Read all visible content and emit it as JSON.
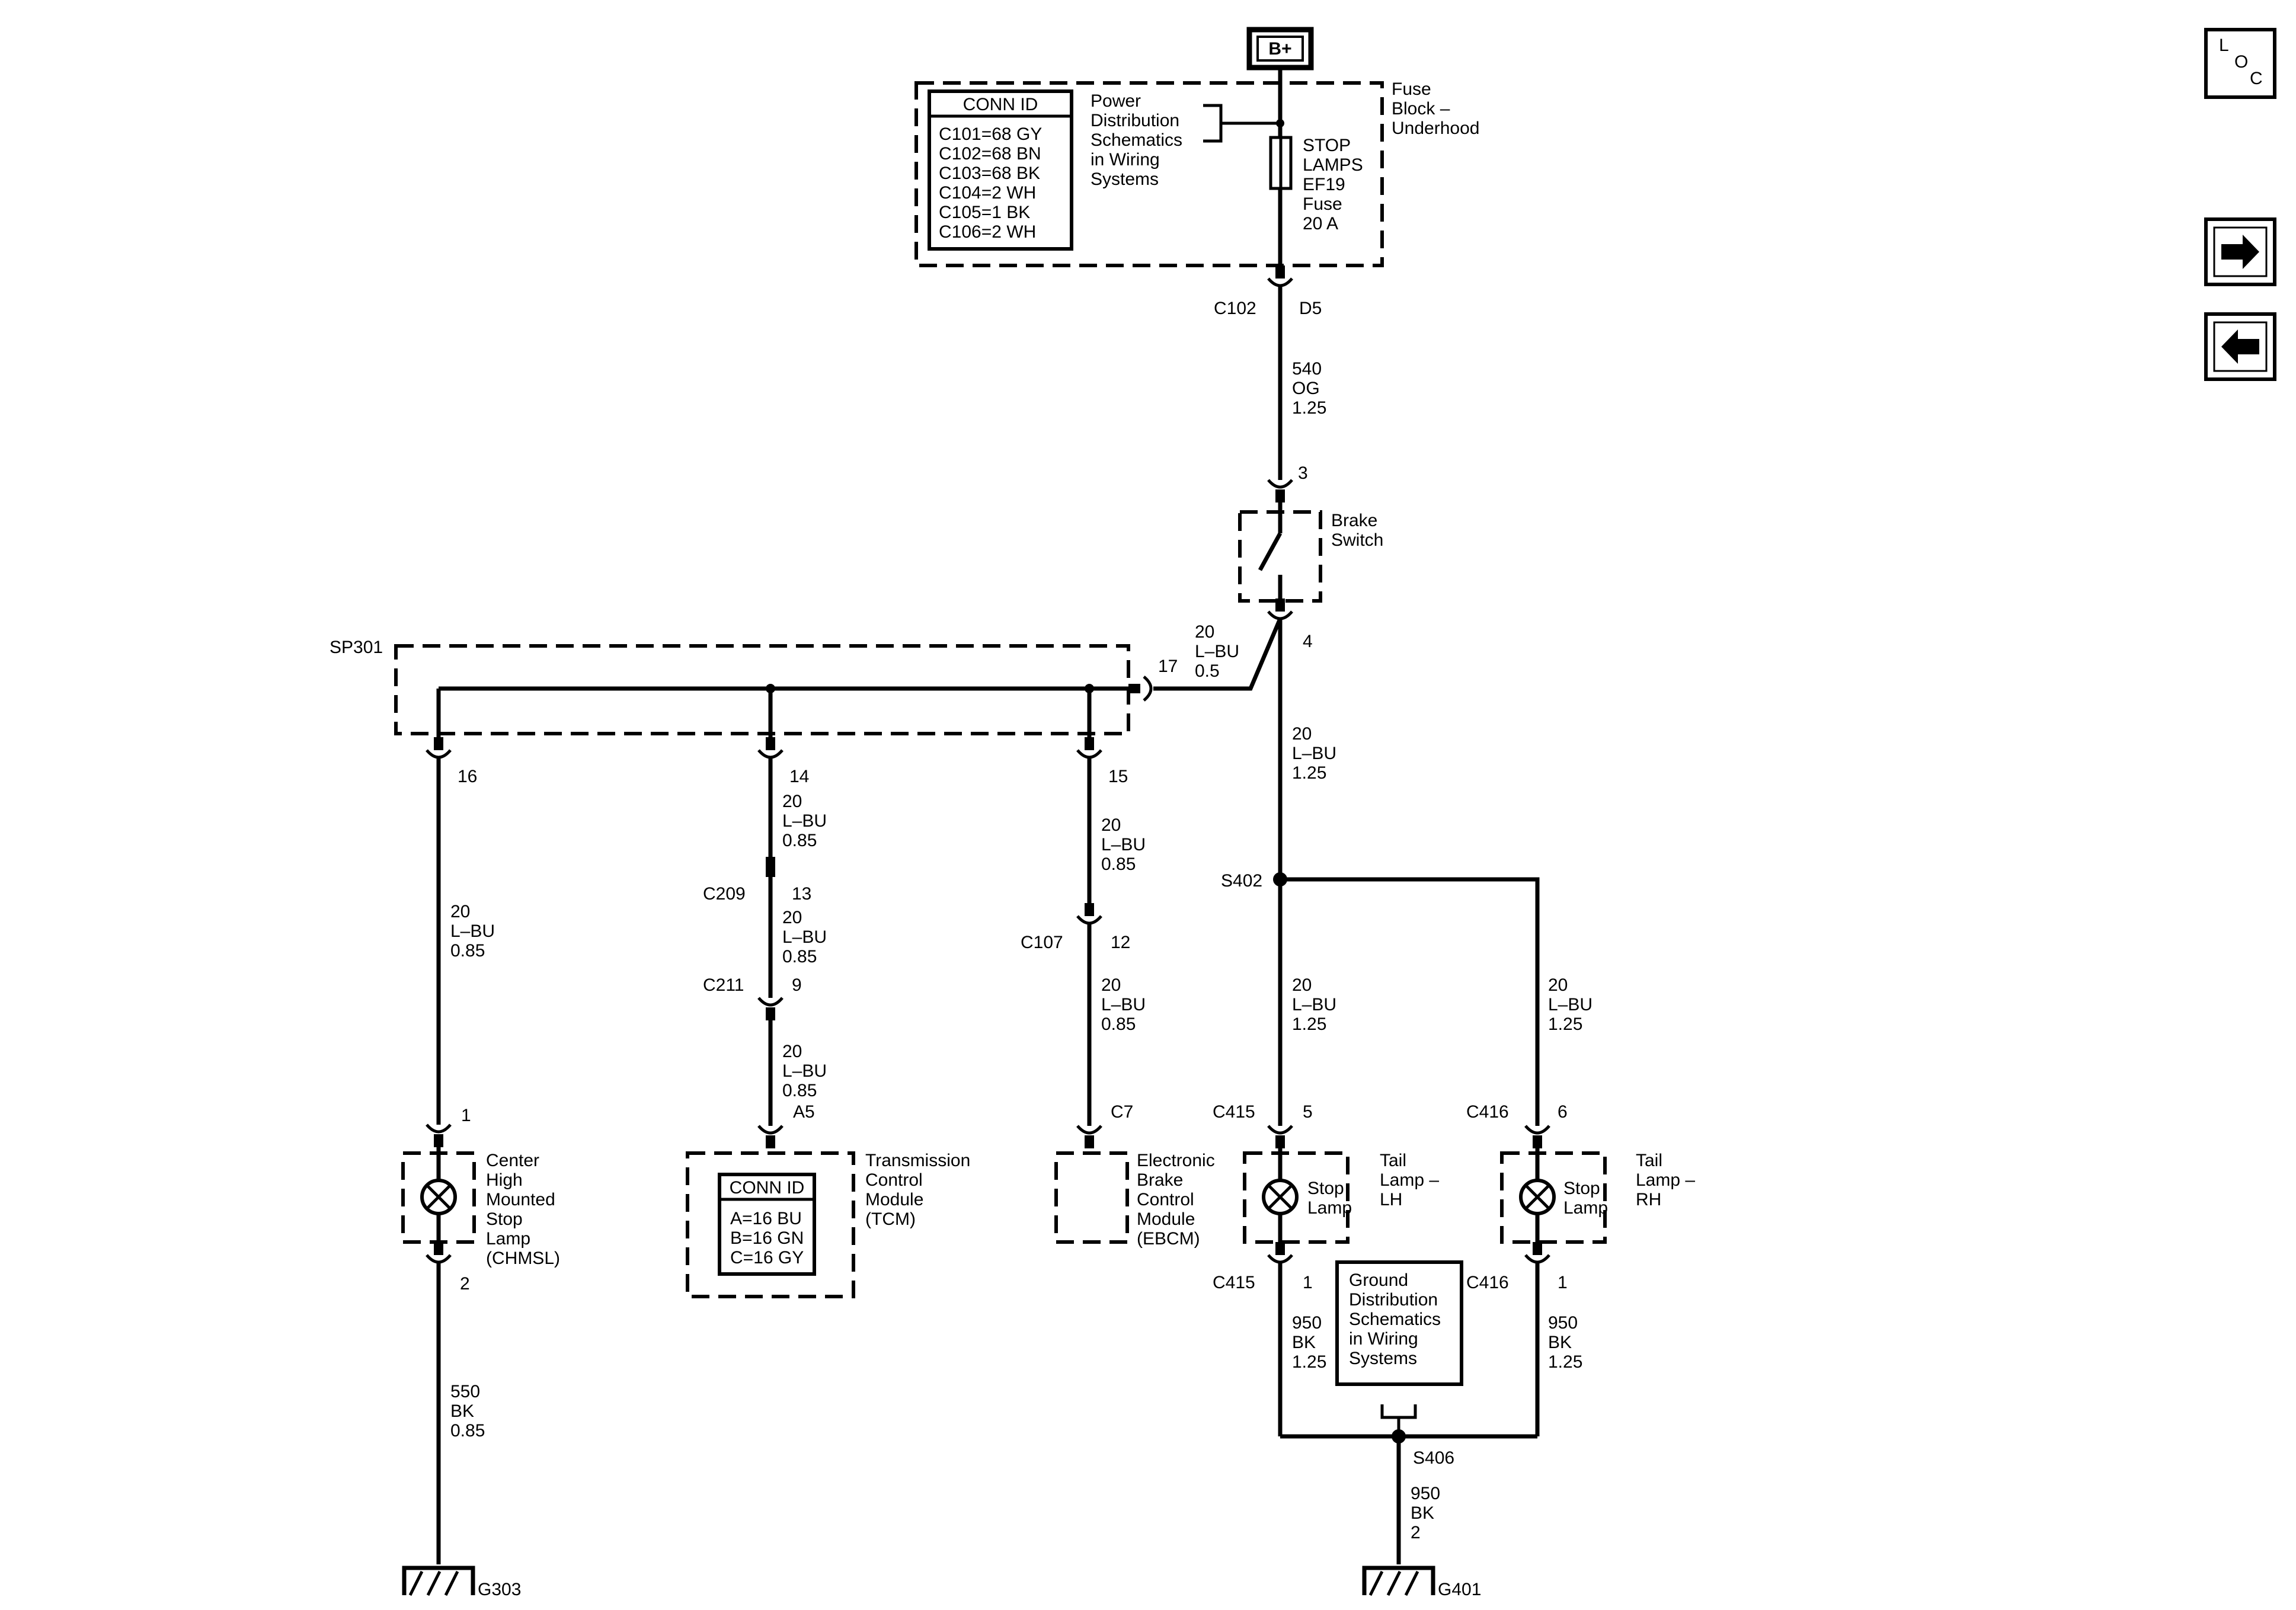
{
  "power": {
    "label": "B+"
  },
  "fuse_block": {
    "title": [
      "Fuse",
      "Block –",
      "Underhood"
    ],
    "power_ref": [
      "Power",
      "Distribution",
      "Schematics",
      "in Wiring",
      "Systems"
    ],
    "fuse_label": [
      "STOP",
      "LAMPS",
      "EF19",
      "Fuse",
      "20 A"
    ],
    "conn_id_title": "CONN ID",
    "conn_ids": [
      "C101=68 GY",
      "C102=68 BN",
      "C103=68 BK",
      "C104=2 WH",
      "C105=1 BK",
      "C106=2 WH"
    ]
  },
  "c102": {
    "connector": "C102",
    "pin": "D5"
  },
  "wire_540": [
    "540",
    "OG",
    "1.25"
  ],
  "brake_switch": {
    "label": [
      "Brake",
      "Switch"
    ],
    "pin_in": "3",
    "pin_out": "4"
  },
  "wire_sw_sp": [
    "20",
    "L–BU",
    "0.5"
  ],
  "wire_sw_s402": [
    "20",
    "L–BU",
    "1.25"
  ],
  "sp301": {
    "label": "SP301",
    "pin_in": "17",
    "pins": [
      "16",
      "14",
      "15"
    ]
  },
  "chmsl_branch": {
    "wire": [
      "20",
      "L–BU",
      "0.85"
    ],
    "pin_in": "1",
    "pin_out": "2",
    "label": [
      "Center",
      "High",
      "Mounted",
      "Stop",
      "Lamp",
      "(CHMSL)"
    ],
    "ground_wire": [
      "550",
      "BK",
      "0.85"
    ],
    "ground": "G303"
  },
  "tcm_branch": {
    "wire1": [
      "20",
      "L–BU",
      "0.85"
    ],
    "c209": "C209",
    "c209_pin": "13",
    "wire2": [
      "20",
      "L–BU",
      "0.85"
    ],
    "c211": "C211",
    "c211_pin": "9",
    "wire3": [
      "20",
      "L–BU",
      "0.85"
    ],
    "pin": "A5",
    "label": [
      "Transmission",
      "Control",
      "Module",
      "(TCM)"
    ],
    "conn_id_title": "CONN ID",
    "conn_ids": [
      "A=16 BU",
      "B=16 GN",
      "C=16 GY"
    ]
  },
  "ebcm_branch": {
    "wire1": [
      "20",
      "L–BU",
      "0.85"
    ],
    "c107": "C107",
    "c107_pin": "12",
    "wire2": [
      "20",
      "L–BU",
      "0.85"
    ],
    "pin": "C7",
    "label": [
      "Electronic",
      "Brake",
      "Control",
      "Module",
      "(EBCM)"
    ]
  },
  "s402": {
    "label": "S402"
  },
  "tail_lh": {
    "wire": [
      "20",
      "L–BU",
      "1.25"
    ],
    "connector_top": "C415",
    "pin_top": "5",
    "lamp": [
      "Stop",
      "Lamp"
    ],
    "label": [
      "Tail",
      "Lamp –",
      "LH"
    ],
    "connector_bottom": "C415",
    "pin_bottom": "1",
    "ground_wire": [
      "950",
      "BK",
      "1.25"
    ]
  },
  "tail_rh": {
    "wire": [
      "20",
      "L–BU",
      "1.25"
    ],
    "connector_top": "C416",
    "pin_top": "6",
    "lamp": [
      "Stop",
      "Lamp"
    ],
    "label": [
      "Tail",
      "Lamp –",
      "RH"
    ],
    "connector_bottom": "C416",
    "pin_bottom": "1",
    "ground_wire": [
      "950",
      "BK",
      "1.25"
    ]
  },
  "ground_ref": [
    "Ground",
    "Distribution",
    "Schematics",
    "in Wiring",
    "Systems"
  ],
  "s406": {
    "label": "S406",
    "wire": [
      "950",
      "BK",
      "2"
    ],
    "ground": "G401"
  },
  "nav": {
    "loc_letters": [
      "L",
      "O",
      "C"
    ],
    "next_icon": "right-arrow-icon",
    "prev_icon": "left-arrow-icon"
  }
}
